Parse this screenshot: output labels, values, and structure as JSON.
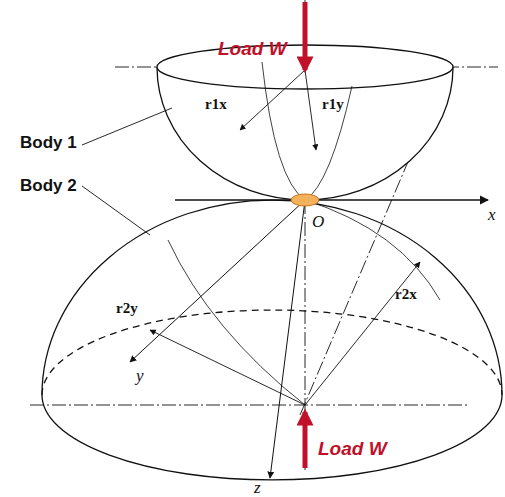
{
  "diagram": {
    "labels": [
      "Load W",
      "Load W",
      "Body 1",
      "Body 2",
      "r1x",
      "r1y",
      "r2x",
      "r2y",
      "O",
      "x",
      "y",
      "z"
    ]
  }
}
